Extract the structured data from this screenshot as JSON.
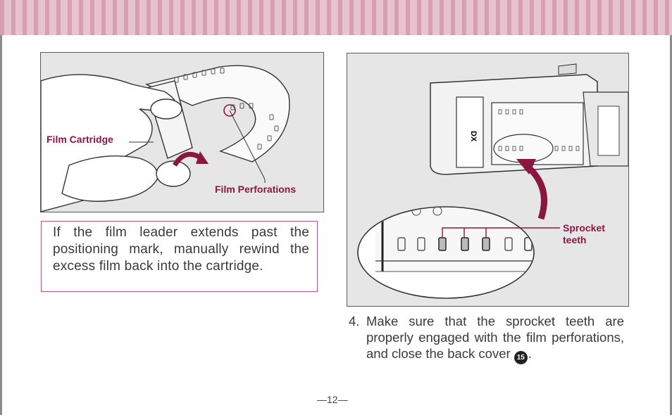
{
  "labels": {
    "film_cartridge": "Film Cartridge",
    "film_perforations": "Film Perforations",
    "sprocket_teeth": "Sprocket teeth"
  },
  "note": "If the film leader extends past the positioning mark, manually rewind the excess film back into the cartridge.",
  "step": {
    "number": "4.",
    "text": "Make sure that the sprocket teeth are properly engaged with the film perforations, and close the back cover",
    "ref": "15",
    "end": "."
  },
  "page_number": "—12—",
  "colors": {
    "accent": "#8a1740",
    "stripe": "#d6a0b2",
    "box_border": "#c45479",
    "illustration_bg": "#e6e6e6"
  }
}
